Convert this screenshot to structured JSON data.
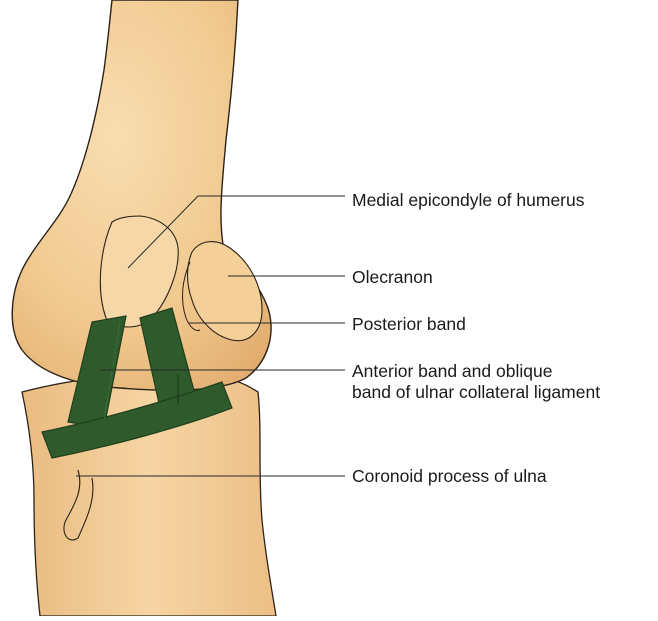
{
  "colors": {
    "bone_fill": "#f3cf9b",
    "bone_shadow": "#e4b378",
    "bone_outline": "#2b2218",
    "ligament": "#2f5a2c",
    "ligament_dark": "#1f3f1c",
    "leader_line": "#2a2a2a",
    "text": "#1a1a1a"
  },
  "labels": {
    "medial_epicondyle": "Medial epicondyle of humerus",
    "olecranon": "Olecranon",
    "posterior_band": "Posterior band",
    "anterior_band_line1": "Anterior band and oblique",
    "anterior_band_line2": "band of ulnar collateral ligament",
    "coronoid_process": "Coronoid process of ulna"
  }
}
